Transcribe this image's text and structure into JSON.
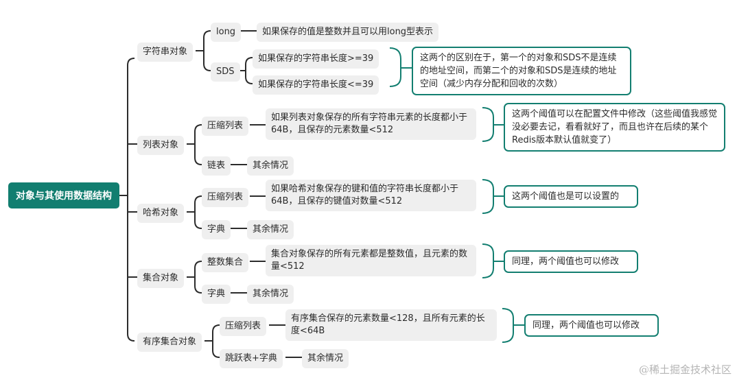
{
  "root": "对象与其使用数据结构",
  "branches": [
    {
      "label": "字符串对象",
      "children": [
        {
          "label": "long",
          "details": [
            "如果保存的值是整数并且可以用long型表示"
          ]
        },
        {
          "label": "SDS",
          "details": [
            "如果保存的字符串长度>=39",
            "如果保存的字符串长度<=39"
          ],
          "note": "这两个的区别在于，第一个的对象和SDS不是连续的地址空间，而第二个的对象和SDS是连续的地址空间（减少内存分配和回收的次数）"
        }
      ]
    },
    {
      "label": "列表对象",
      "children": [
        {
          "label": "压缩列表",
          "details": [
            "如果列表对象保存的所有字符串元素的长度都小于64B，且保存的元素数量<512"
          ],
          "note": "这两个阈值可以在配置文件中修改（这些阈值我感觉没必要去记，看看就好了，而且也许在后续的某个Redis版本默认值就变了）"
        },
        {
          "label": "链表",
          "details": [
            "其余情况"
          ]
        }
      ]
    },
    {
      "label": "哈希对象",
      "children": [
        {
          "label": "压缩列表",
          "details": [
            "如果哈希对象保存的键和值的字符串长度都小于64B，且保存的键值对数量<512"
          ],
          "note": "这两个阈值也是可以设置的"
        },
        {
          "label": "字典",
          "details": [
            "其余情况"
          ]
        }
      ]
    },
    {
      "label": "集合对象",
      "children": [
        {
          "label": "整数集合",
          "details": [
            "集合对象保存的所有元素都是整数值，且元素的数量<512"
          ],
          "note": "同理，两个阈值也可以修改"
        },
        {
          "label": "字典",
          "details": [
            "其余情况"
          ]
        }
      ]
    },
    {
      "label": "有序集合对象",
      "children": [
        {
          "label": "压缩列表",
          "details": [
            "有序集合保存的元素数量<128，且所有元素的长度<64B"
          ],
          "note": "同理，两个阈值也可以修改"
        },
        {
          "label": "跳跃表+字典",
          "details": [
            "其余情况"
          ]
        }
      ]
    }
  ],
  "watermark": "@稀土掘金技术社区",
  "colors": {
    "accent": "#127e70",
    "node_bg": "#efefef",
    "line": "#2b2b2b"
  }
}
